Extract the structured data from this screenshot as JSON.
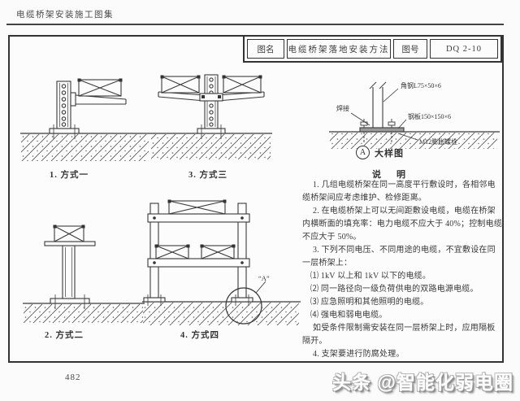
{
  "page": {
    "header_title": "电缆桥架安装施工图集",
    "page_number": "482",
    "watermark": "头条 @智能化弱电圈"
  },
  "title_block": {
    "name_label": "图名",
    "name_value": "电缆桥架落地安装方法",
    "number_label": "图号",
    "number_value": "DQ 2-10"
  },
  "figures": {
    "method1_caption": "1. 方式一",
    "method3_caption": "3. 方式三",
    "method2_caption": "2. 方式二",
    "method4_caption": "4. 方式四",
    "detail_ref_label": "“A”",
    "detail_marker": "A",
    "detail_caption": "大样图",
    "labels": {
      "angle_steel": "角钢L75×50×6",
      "weld": "焊接",
      "steel_plate": "钢板150×150×6",
      "anchor_bolt": "M12膨胀螺栓"
    }
  },
  "notes": {
    "heading": "说　明",
    "lines": [
      "1. 几组电缆桥架在同一高度平行敷设时，各相邻电",
      "缆桥架间应考虑维护、检修距离。",
      "2. 在电缆桥架上可以无间距敷设电缆，电缆在桥架",
      "内横断面的填充率：电力电缆不应大于 40%；控制电缆",
      "不应大于 50%。",
      "3. 下列不同电压、不同用途的电缆，不宜敷设在同",
      "一层桥架上：",
      "⑴ 1kV 以上和 1kV 以下的电缆。",
      "⑵ 同一路径向一级负荷供电的双路电源电缆。",
      "⑶ 应急照明和其他照明的电缆。",
      "⑷ 强电和弱电电缆。",
      "如受条件限制需安装在同一层桥架上时，应用隔板",
      "隔开。",
      "4. 支架要进行防腐处理。"
    ]
  }
}
